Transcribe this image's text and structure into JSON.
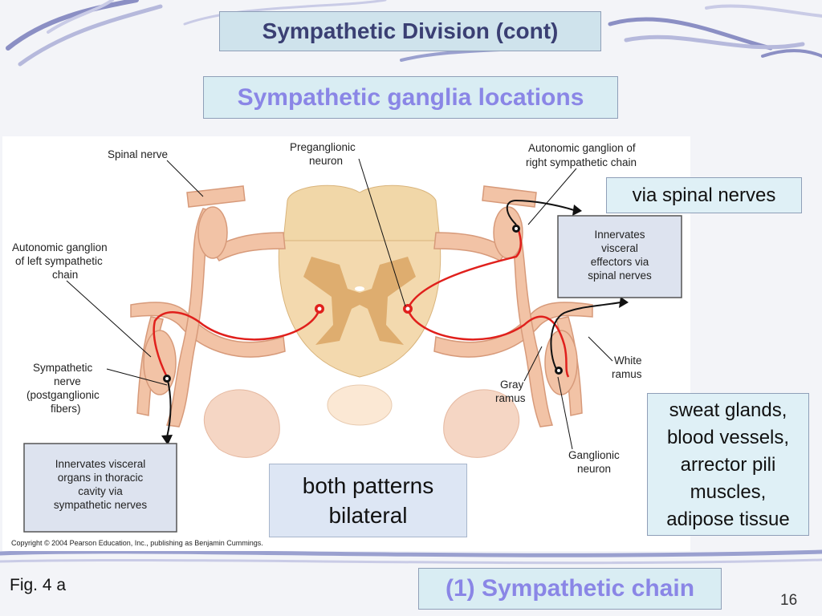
{
  "slide": {
    "title": "Sympathetic Division (cont)",
    "subtitle": "Sympathetic ganglia locations",
    "fig_label": "Fig. 4 a",
    "chain_label": "(1) Sympathetic chain",
    "page_number": "16"
  },
  "figure": {
    "labels": {
      "spinal_nerve": "Spinal nerve",
      "preganglionic_1": "Preganglionic",
      "preganglionic_2": "neuron",
      "right_ganglion_1": "Autonomic ganglion of",
      "right_ganglion_2": "right sympathetic chain",
      "left_ganglion_1": "Autonomic ganglion",
      "left_ganglion_2": "of left sympathetic",
      "left_ganglion_3": "chain",
      "sympathetic_nerve_1": "Sympathetic",
      "sympathetic_nerve_2": "nerve",
      "sympathetic_nerve_3": "(postganglionic",
      "sympathetic_nerve_4": "fibers)",
      "white_ramus_1": "White",
      "white_ramus_2": "ramus",
      "gray_ramus_1": "Gray",
      "gray_ramus_2": "ramus",
      "ganglionic_neuron_1": "Ganglionic",
      "ganglionic_neuron_2": "neuron"
    },
    "box_right": {
      "line1": "Innervates",
      "line2": "visceral",
      "line3": "effectors via",
      "line4": "spinal nerves"
    },
    "box_left": {
      "line1": "Innervates visceral",
      "line2": "organs in thoracic",
      "line3": "cavity via",
      "line4": "sympathetic nerves"
    },
    "copyright": "Copyright © 2004 Pearson Education, Inc., publishing as Benjamin Cummings."
  },
  "callouts": {
    "via_spinal": "via spinal nerves",
    "sweat_lines": [
      "sweat glands,",
      "blood vessels,",
      "arrector pili",
      "muscles,",
      "adipose tissue"
    ],
    "both_lines": [
      "both patterns",
      "bilateral"
    ]
  },
  "colors": {
    "title_text": "#3a3f73",
    "subtitle_text": "#8a86e6",
    "box_fill": "#cfe3ec",
    "nerve_fill": "#f2c3a6",
    "fiber_red": "#e0201c"
  }
}
